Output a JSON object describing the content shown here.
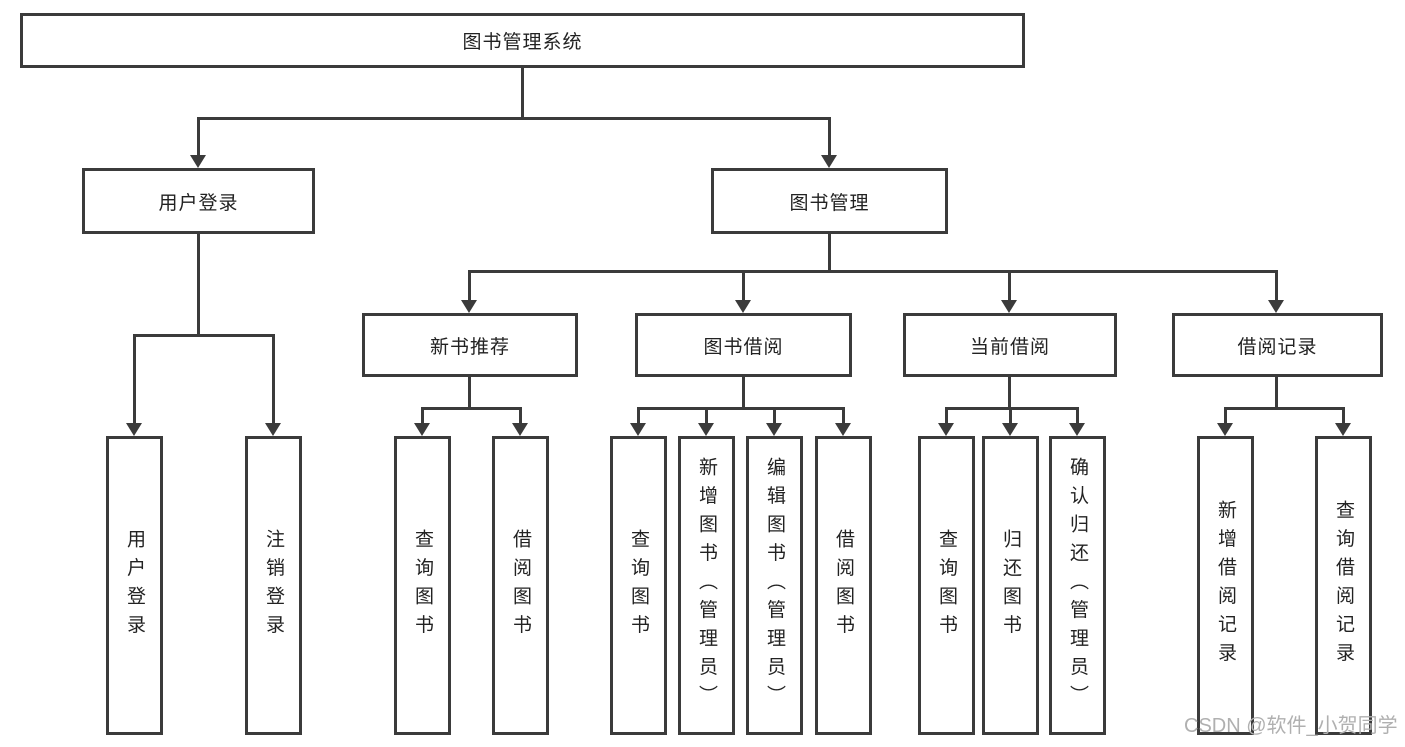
{
  "diagram_title": "图书管理系统",
  "watermark": "CSDN @软件_小贺同学",
  "colors": {
    "line": "#3b3b3b",
    "text": "#222222",
    "background": "#ffffff",
    "watermark": "#b0b0b0"
  },
  "nodes": {
    "root": {
      "label": "图书管理系统"
    },
    "user_login": {
      "label": "用户登录"
    },
    "book_mgmt": {
      "label": "图书管理"
    },
    "new_book_rec": {
      "label": "新书推荐"
    },
    "book_borrow": {
      "label": "图书借阅"
    },
    "current_borrow": {
      "label": "当前借阅"
    },
    "borrow_record": {
      "label": "借阅记录"
    },
    "leaf_user_login": {
      "label": "用户登录"
    },
    "leaf_logout": {
      "label": "注销登录"
    },
    "leaf_query_book_a": {
      "label": "查询图书"
    },
    "leaf_borrow_book_a": {
      "label": "借阅图书"
    },
    "leaf_query_book_b": {
      "label": "查询图书"
    },
    "leaf_add_book": {
      "label": "新增图书（管理员）"
    },
    "leaf_edit_book": {
      "label": "编辑图书（管理员）"
    },
    "leaf_borrow_book_b": {
      "label": "借阅图书"
    },
    "leaf_query_book_c": {
      "label": "查询图书"
    },
    "leaf_return_book": {
      "label": "归还图书"
    },
    "leaf_confirm_return": {
      "label": "确认归还（管理员）"
    },
    "leaf_add_record": {
      "label": "新增借阅记录"
    },
    "leaf_query_record": {
      "label": "查询借阅记录"
    }
  },
  "hierarchy": {
    "图书管理系统": {
      "用户登录": [
        "用户登录",
        "注销登录"
      ],
      "图书管理": {
        "新书推荐": [
          "查询图书",
          "借阅图书"
        ],
        "图书借阅": [
          "查询图书",
          "新增图书（管理员）",
          "编辑图书（管理员）",
          "借阅图书"
        ],
        "当前借阅": [
          "查询图书",
          "归还图书",
          "确认归还（管理员）"
        ],
        "借阅记录": [
          "新增借阅记录",
          "查询借阅记录"
        ]
      }
    }
  }
}
